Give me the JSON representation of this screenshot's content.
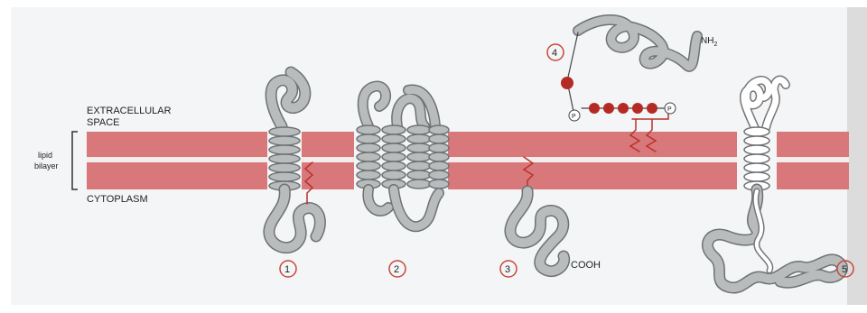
{
  "labels": {
    "extracellular_line1": "EXTRACELLULAR",
    "extracellular_line2": "SPACE",
    "lipid_line1": "lipid",
    "lipid_line2": "bilayer",
    "cytoplasm": "CYTOPLASM",
    "nh2": "NH",
    "nh2_sub": "2",
    "cooh": "COOH",
    "phosphate": "P"
  },
  "protein_numbers": [
    "1",
    "2",
    "3",
    "4",
    "5"
  ],
  "colors": {
    "membrane": "#d9787a",
    "membrane_light": "#e59a9b",
    "protein_fill": "#b9bcbd",
    "protein_edge": "#6e7274",
    "anchor": "#b8322a",
    "sugar": "#b52a24",
    "number_ring": "#c9473c",
    "background": "#ffffff"
  }
}
